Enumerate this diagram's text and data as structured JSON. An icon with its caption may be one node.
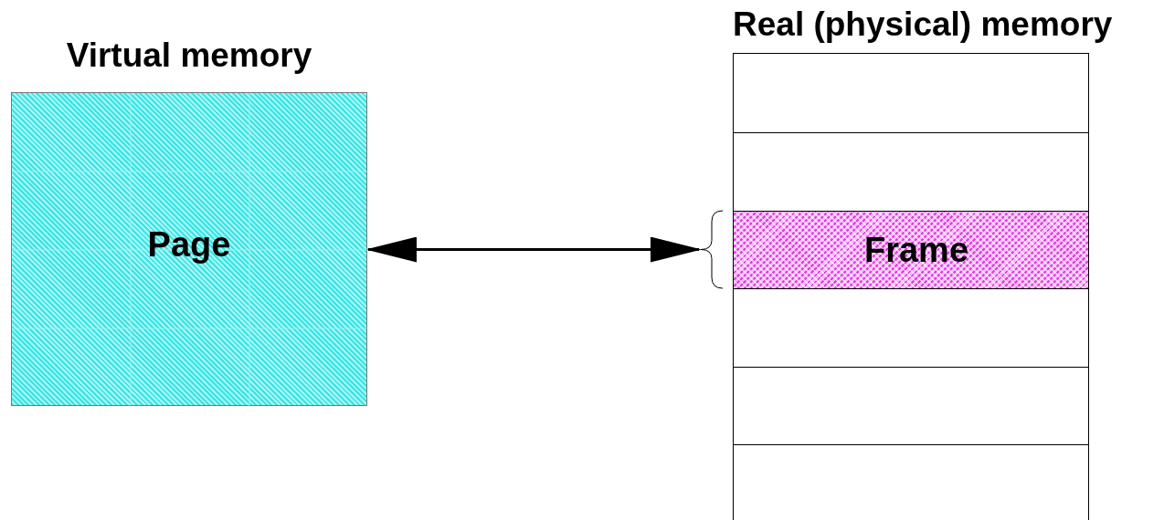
{
  "diagram": {
    "nodes": [
      {
        "text": [
          "Virtual memory",
          "Page"
        ]
      },
      {
        "text": [
          "Real (physical) memory"
        ]
      },
      {
        "text": [],
        "shape": "box",
        "in": 1
      },
      {
        "text": [],
        "shape": "box",
        "in": 1
      },
      {
        "text": [
          "Frame"
        ],
        "in": 1
      },
      {
        "text": [],
        "shape": "box",
        "in": 1
      },
      {
        "text": [],
        "shape": "box",
        "in": 1
      },
      {
        "text": [],
        "shape": "box",
        "in": 1
      }
    ],
    "edges": [
      {
        "from": 0,
        "to": 4,
        "arrow": "both"
      }
    ]
  }
}
